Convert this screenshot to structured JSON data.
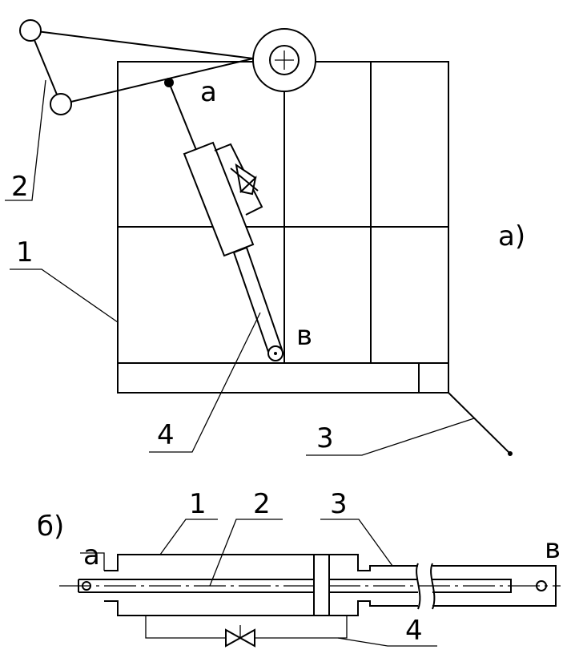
{
  "figure_a": {
    "panel_label": "а)",
    "label_1": "1",
    "label_2": "2",
    "label_3": "3",
    "label_4": "4",
    "point_a": "а",
    "point_b": "в"
  },
  "figure_b": {
    "panel_label": "б)",
    "label_1": "1",
    "label_2": "2",
    "label_3": "3",
    "label_4": "4",
    "point_a": "а",
    "point_b": "в"
  }
}
